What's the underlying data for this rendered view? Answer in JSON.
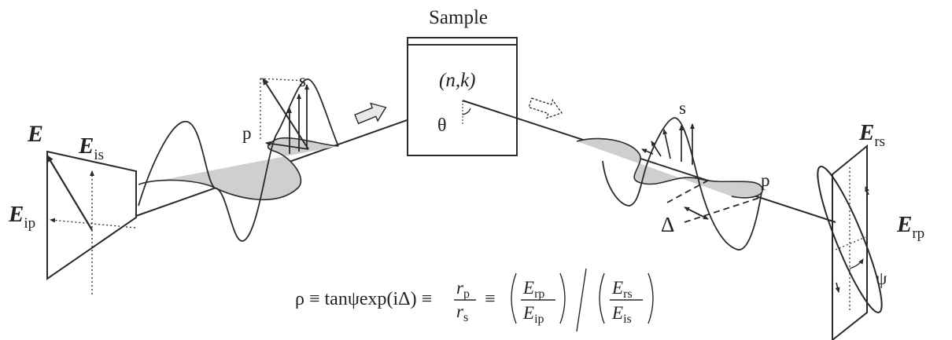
{
  "sample": {
    "title": "Sample",
    "material": "(n,k)",
    "angle": "θ"
  },
  "incident": {
    "field": "E",
    "s_component": "E",
    "s_sub": "is",
    "p_component": "E",
    "p_sub": "ip",
    "wave_s": "s",
    "wave_p": "p"
  },
  "reflected": {
    "s_component": "E",
    "s_sub": "rs",
    "p_component": "E",
    "p_sub": "rp",
    "wave_s": "s",
    "wave_p": "p",
    "phase_shift": "Δ",
    "psi": "ψ"
  },
  "equation": {
    "lhs": "ρ ≡ tanψexp(iΔ) ≡",
    "r": "r",
    "p_sub": "p",
    "s_sub": "s",
    "eq2": "≡",
    "E": "E",
    "rp_sub": "rp",
    "ip_sub": "ip",
    "rs_sub": "rs",
    "is_sub": "is"
  },
  "colors": {
    "line": "#2a2a2a",
    "fill": "#cfcfcf"
  }
}
